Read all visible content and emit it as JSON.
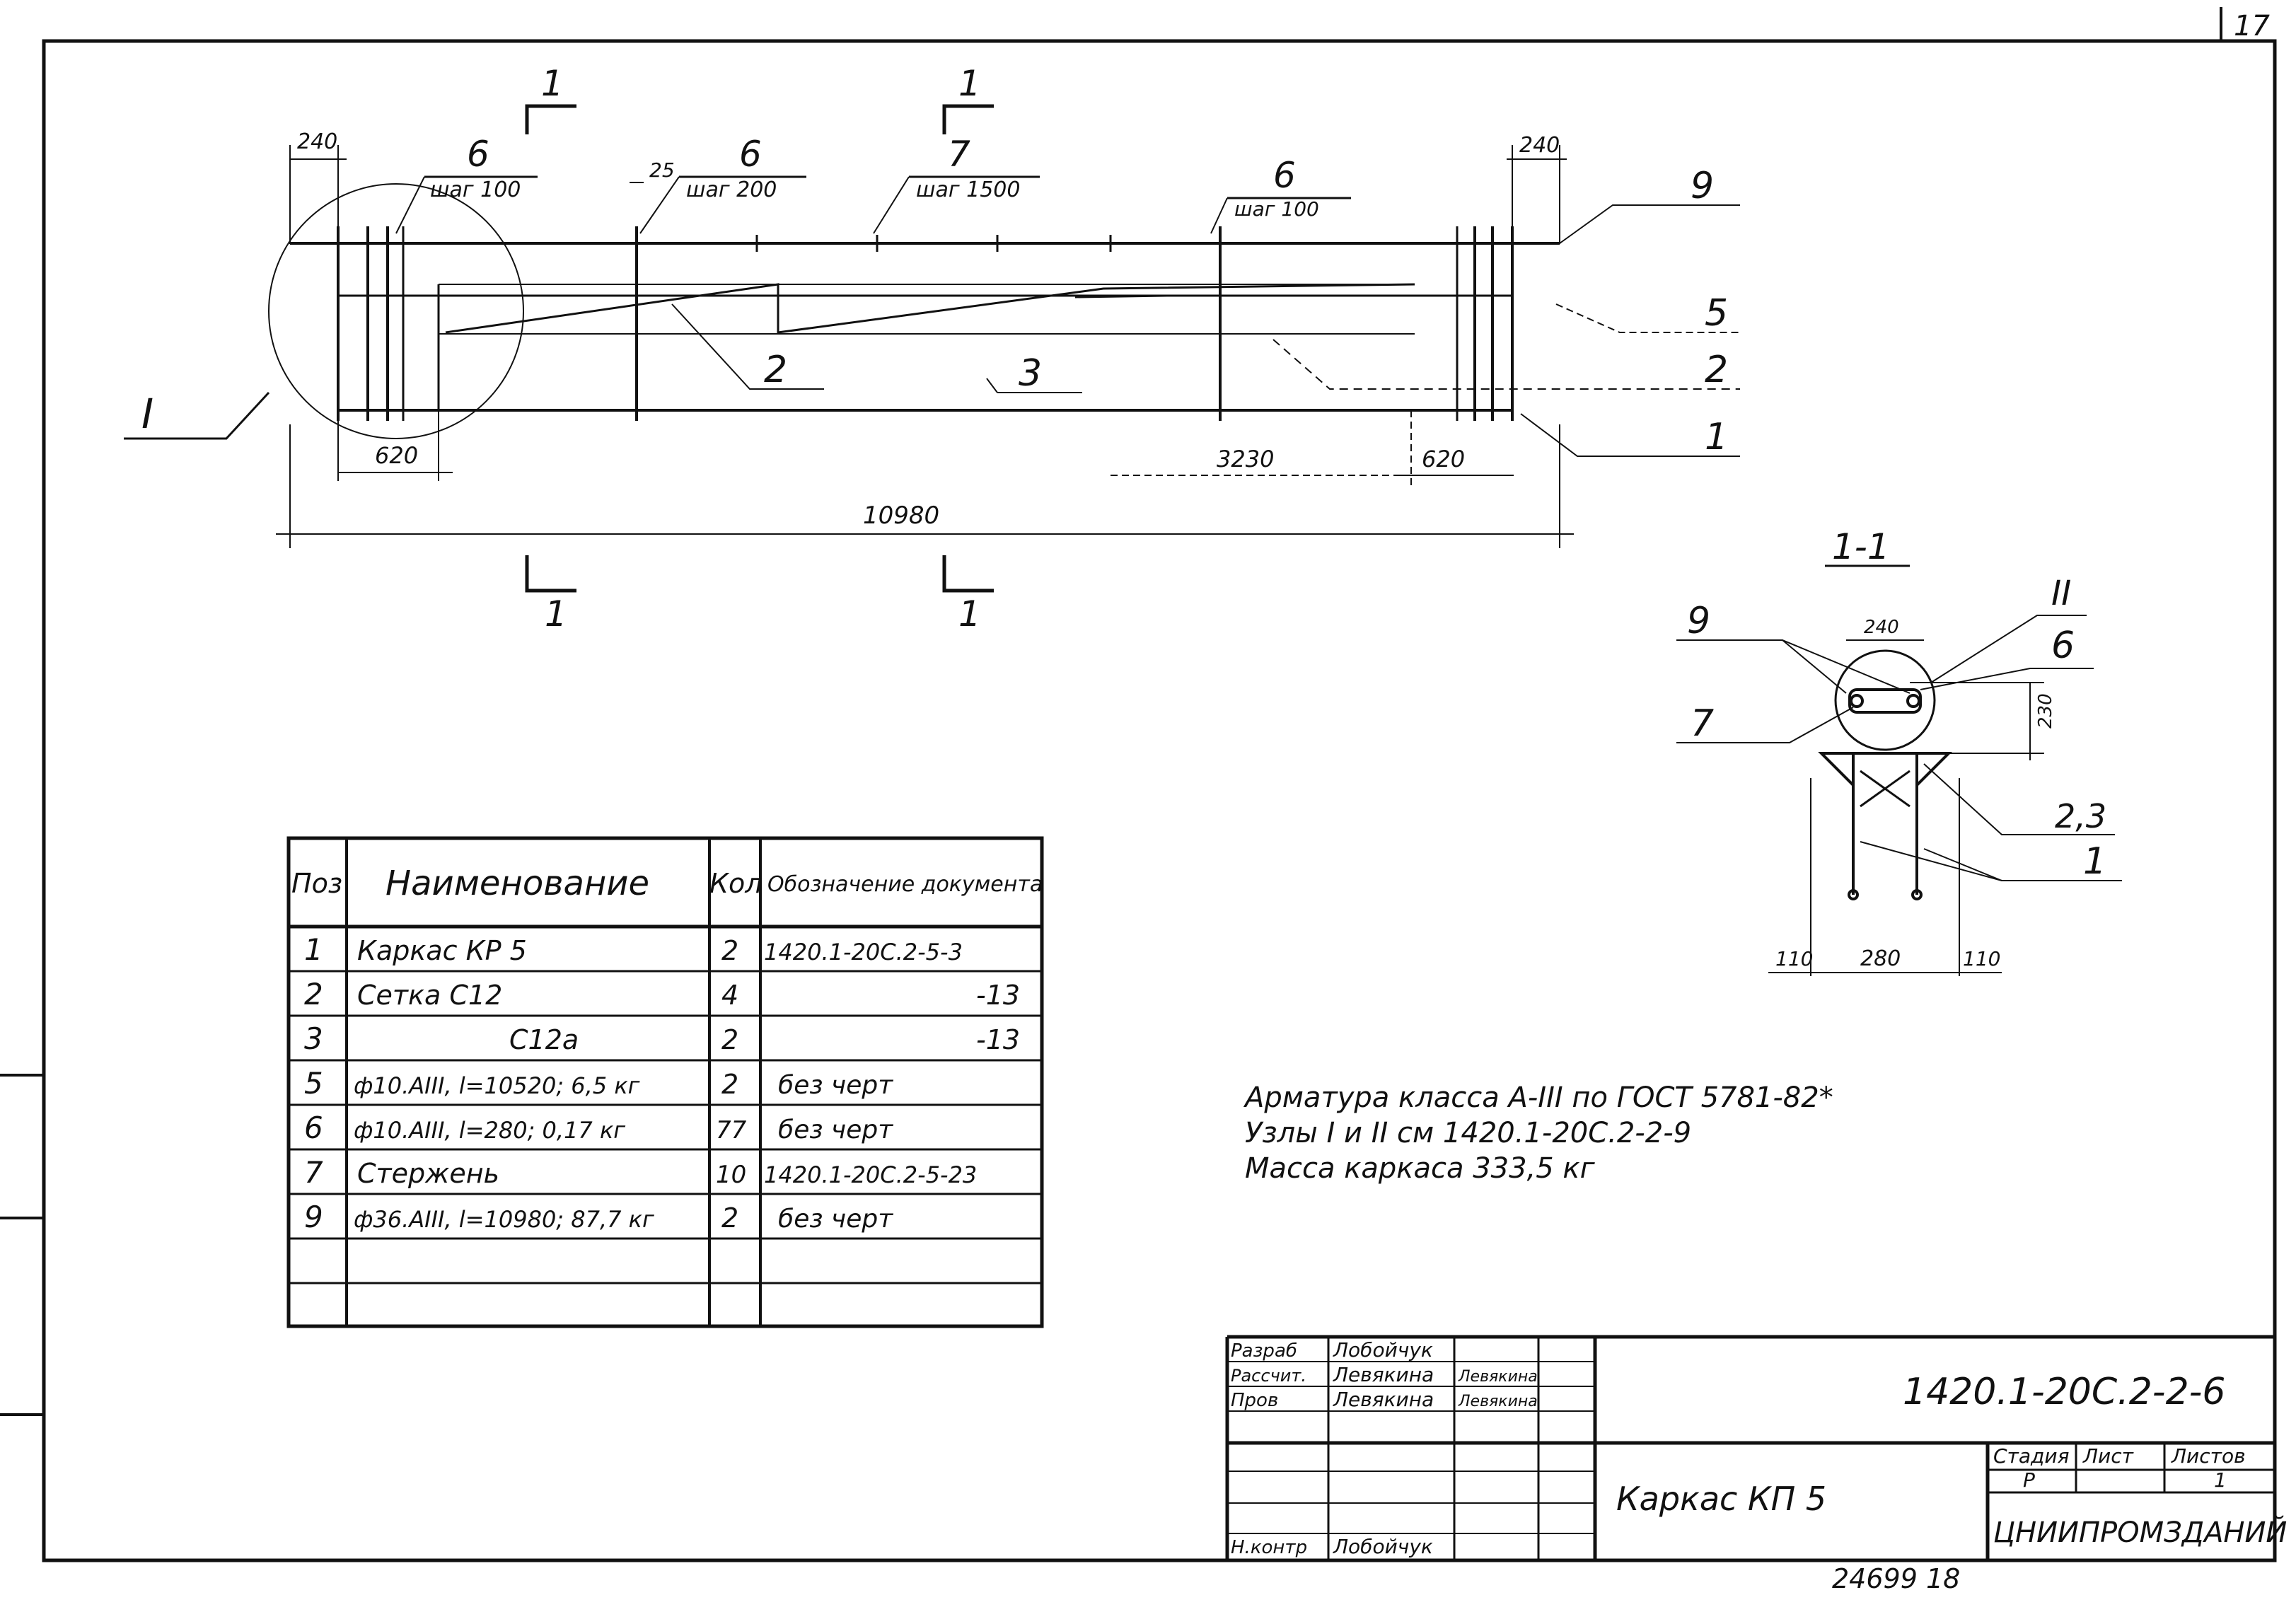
{
  "sheet": {
    "number": "17",
    "archive_number": "24699  18"
  },
  "elevation": {
    "section_marks": [
      "1",
      "1",
      "1",
      "1"
    ],
    "node_mark": "I",
    "dims": {
      "end_left": "240",
      "end_right": "240",
      "gap": "25",
      "left_620": "620",
      "right_620": "620",
      "middle": "3230",
      "total": "10980"
    },
    "pitch_labels": [
      {
        "pos": "6",
        "text": "шаг 100"
      },
      {
        "pos": "6",
        "text": "шаг 200"
      },
      {
        "pos": "7",
        "text": "шаг 1500"
      },
      {
        "pos": "6",
        "text": "шаг 100"
      }
    ],
    "callouts_right": [
      "9",
      "5",
      "2",
      "1"
    ],
    "callouts_inner": [
      "2",
      "3"
    ]
  },
  "section": {
    "title": "1-1",
    "node_mark": "II",
    "labels": {
      "pos9": "9",
      "pos6": "6",
      "pos7": "7",
      "pos23": "2,3",
      "pos1": "1"
    },
    "dims": {
      "top": "240",
      "height": "230",
      "left": "110",
      "middle": "280",
      "right": "110"
    }
  },
  "spec_table": {
    "headers": [
      "Поз",
      "Наименование",
      "Кол",
      "Обозначение документа"
    ],
    "rows": [
      [
        "1",
        "Каркас   КР 5",
        "2",
        "1420.1-20С.2-5-3"
      ],
      [
        "2",
        "Сетка     С12",
        "4",
        "-13"
      ],
      [
        "3",
        "С12а",
        "2",
        "-13"
      ],
      [
        "5",
        "ф10.АIII, l=10520; 6,5 кг",
        "2",
        "без черт"
      ],
      [
        "6",
        "ф10.АIII, l=280;  0,17 кг",
        "77",
        "без черт"
      ],
      [
        "7",
        "Стержень",
        "10",
        "1420.1-20С.2-5-23"
      ],
      [
        "9",
        "ф36.АIII, l=10980; 87,7 кг",
        "2",
        "без черт"
      ],
      [
        "",
        "",
        "",
        ""
      ],
      [
        "",
        "",
        "",
        ""
      ]
    ]
  },
  "notes": [
    "Арматура   класса   А-III  по   ГОСТ 5781-82*",
    "Узлы  I  и  II  см  1420.1-20С.2-2-9",
    "Масса  каркаса    333,5 кг"
  ],
  "title_block": {
    "roles": [
      {
        "role": "Разраб",
        "name": "Лобойчук",
        "signature": ""
      },
      {
        "role": "Рассчит.",
        "name": "Левякина",
        "signature": "Левякина"
      },
      {
        "role": "Пров",
        "name": "Левякина",
        "signature": "Левякина"
      },
      {
        "role": "",
        "name": "",
        "signature": ""
      },
      {
        "role": "",
        "name": "",
        "signature": ""
      },
      {
        "role": "",
        "name": "",
        "signature": ""
      },
      {
        "role": "Н.контр",
        "name": "Лобойчук",
        "signature": ""
      }
    ],
    "code": "1420.1-20С.2-2-6",
    "drawing_name": "Каркас   КП 5",
    "stage_header": "Стадия",
    "sheet_header": "Лист",
    "sheets_header": "Листов",
    "stage": "Р",
    "sheets_total": "1",
    "organization": "ЦНИИПРОМЗДАНИЙ"
  }
}
